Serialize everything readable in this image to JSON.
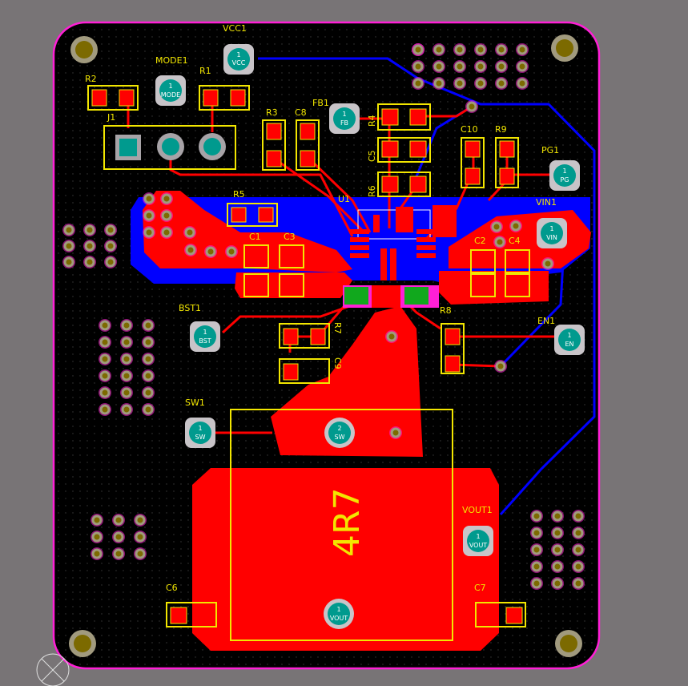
{
  "board": {
    "colors": {
      "background": "#787476",
      "board": "#000000",
      "outline": "#ff1fd6",
      "copper_top": "#ff0000",
      "copper_bottom": "#0000ff",
      "silkscreen": "#f2e600",
      "mask_green": "#11a81d",
      "pad_teal": "#009a8e",
      "via_ring": "#a19a7e",
      "hole": "#7c6a00"
    },
    "inductor_value": "4R7",
    "labels": {
      "r2": "R2",
      "mode1": "MODE1",
      "r1": "R1",
      "vcc1": "VCC1",
      "j1": "J1",
      "r3": "R3",
      "c8": "C8",
      "fb1": "FB1",
      "r4": "R4",
      "c5": "C5",
      "r6": "R6",
      "c10": "C10",
      "r9": "R9",
      "pg1": "PG1",
      "r5": "R5",
      "u1": "U1",
      "vin1": "VIN1",
      "c1": "C1",
      "c3": "C3",
      "c2": "C2",
      "c4": "C4",
      "bst1": "BST1",
      "r7": "R7",
      "c9": "C9",
      "r8": "R8",
      "en1": "EN1",
      "sw1": "SW1",
      "vout1": "VOUT1",
      "c6": "C6",
      "c7": "C7"
    },
    "test_points": {
      "vcc": {
        "num": "1",
        "name": "VCC"
      },
      "mode": {
        "num": "1",
        "name": "MODE"
      },
      "fb": {
        "num": "1",
        "name": "FB"
      },
      "pg": {
        "num": "1",
        "name": "PG"
      },
      "vin": {
        "num": "1",
        "name": "VIN"
      },
      "bst": {
        "num": "1",
        "name": "BST"
      },
      "en": {
        "num": "1",
        "name": "EN"
      },
      "sw1": {
        "num": "1",
        "name": "SW"
      },
      "sw2": {
        "num": "2",
        "name": "SW"
      },
      "vout1": {
        "num": "1",
        "name": "VOUT"
      },
      "vout2": {
        "num": "1",
        "name": "VOUT"
      }
    }
  }
}
